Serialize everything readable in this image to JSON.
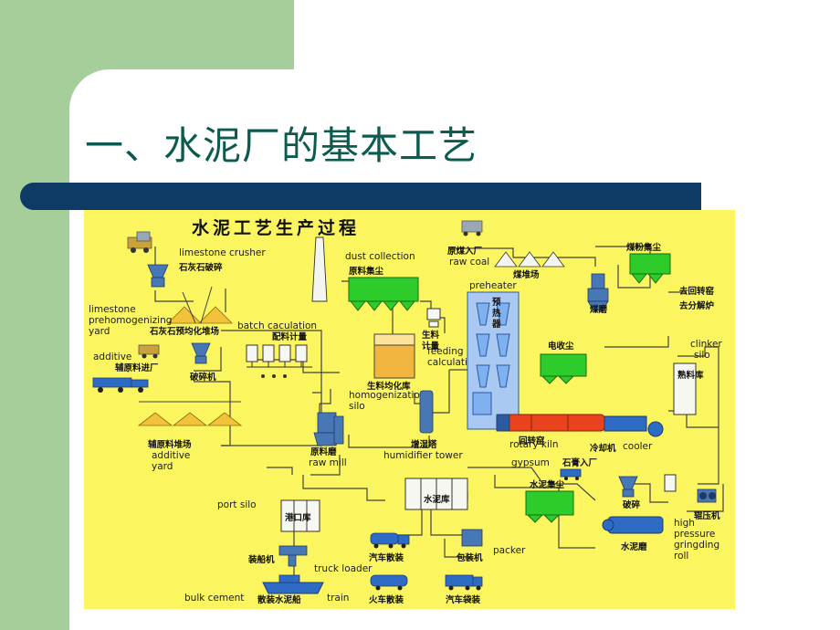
{
  "slide": {
    "title": "一、水泥厂的基本工艺"
  },
  "diagram": {
    "heading": "水泥工艺生产过程",
    "labels": {
      "limestone_crusher": "limestone crusher",
      "limestone_crusher_cn": "石灰石破碎",
      "dust_collection": "dust collection",
      "raw_material_dust_cn": "原料集尘",
      "raw_coal_in_cn": "原煤入厂",
      "raw_coal": "raw coal",
      "coal_yard_cn": "煤堆场",
      "coal_dust_cn": "煤粉集尘",
      "to_kiln_cn": "去回转窑",
      "to_calciner_cn": "去分解炉",
      "coal_mill_cn": "煤磨",
      "limestone_prehomo": "limestone",
      "limestone_prehomo_2": "prehomogenizing",
      "limestone_prehomo_3": "yard",
      "limestone_yard_cn": "石灰石预均化堆场",
      "batch_calculation": "batch caculation",
      "batching_cn": "配料计量",
      "preheater": "preheater",
      "preheater_cn_1": "预",
      "preheater_cn_2": "热",
      "preheater_cn_3": "器",
      "meal_metering_cn_1": "生料",
      "meal_metering_cn_2": "计量",
      "feeding_calculation_1": "feeding",
      "feeding_calculation_2": "calculation",
      "esp_cn": "电收尘",
      "clinker_silo_1": "clinker",
      "clinker_silo_2": "silo",
      "clinker_silo_cn": "熟料库",
      "additive": "additive",
      "aux_material_in_cn": "辅原料进厂",
      "crushing_cn": "破碎机",
      "raw_homo_silo_cn": "生料均化库",
      "homogenization_silo_1": "homogenization",
      "homogenization_silo_2": "silo",
      "aux_yard_cn": "辅原料堆场",
      "additive_yard_1": "additive",
      "additive_yard_2": "yard",
      "raw_mill_cn": "原料磨",
      "raw_mill": "raw mill",
      "humidifier_cn": "增湿塔",
      "humidifier_tower": "humidifier tower",
      "rotary_kiln_cn": "回转窑",
      "rotary_kiln": "rotary kiln",
      "cooler_cn": "冷却机",
      "cooler": "cooler",
      "gypsum": "gypsum",
      "gypsum_in_cn": "石膏入厂",
      "cement_dust_cn": "水泥集尘",
      "crush_cn": "破碎",
      "roller_press_cn": "辊压机",
      "port_silo": "port silo",
      "port_silo_cn": "港口库",
      "cement_silo_cn": "水泥库",
      "truck_bulk_cn": "汽车散装",
      "packer_cn": "包装机",
      "packer": "packer",
      "cement_mill_cn": "水泥磨",
      "high_pressure_1": "high",
      "high_pressure_2": "pressure",
      "high_pressure_3": "gringding",
      "high_pressure_4": "roll",
      "ship_loader_cn": "装船机",
      "truck_loader": "truck loader",
      "bulk_cement": "bulk cement",
      "bulk_ship_cn": "散装水泥船",
      "train": "train",
      "train_bulk_cn": "火车散装",
      "truck_bag_cn": "汽车袋装"
    }
  },
  "colors": {
    "green_block": "#a6ce9a",
    "title_text": "#0d5a4e",
    "bar": "#0e3a66",
    "diagram_bg": "#fbf55f",
    "dust_filter": "#2ecc2a",
    "kiln": "#e8431c"
  }
}
